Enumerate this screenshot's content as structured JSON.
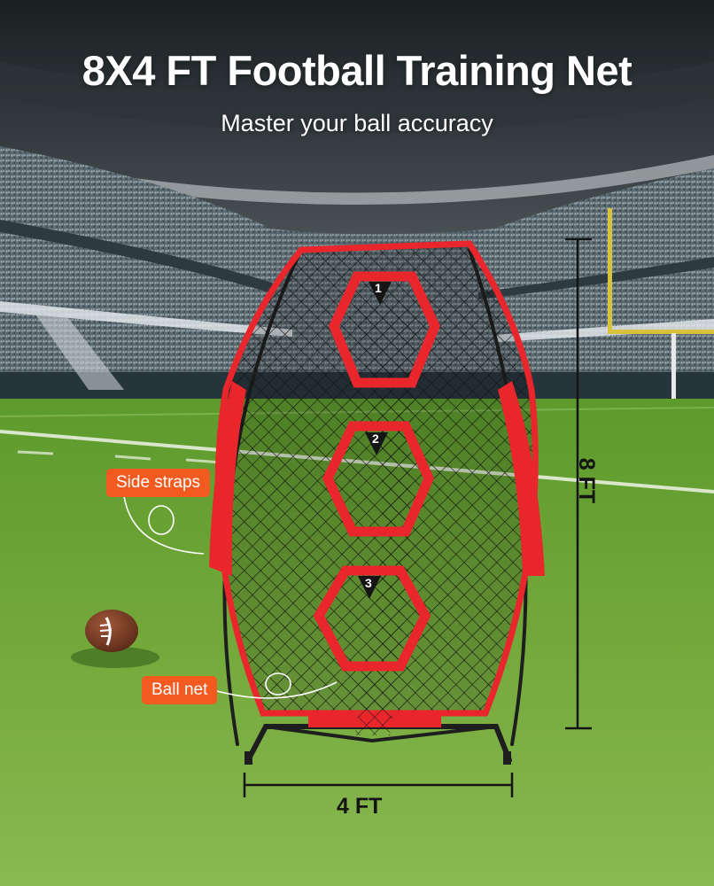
{
  "headline": "8X4 FT Football Training Net",
  "subheadline": "Master your ball accuracy",
  "callouts": {
    "side_straps": "Side straps",
    "ball_net": "Ball net"
  },
  "targets": [
    "1",
    "2",
    "3"
  ],
  "dimensions": {
    "width": "4 FT",
    "height": "8 FT"
  },
  "colors": {
    "net_red": "#e8262c",
    "callout_orange": "#f25a1f",
    "turf_green": "#6fa334"
  }
}
